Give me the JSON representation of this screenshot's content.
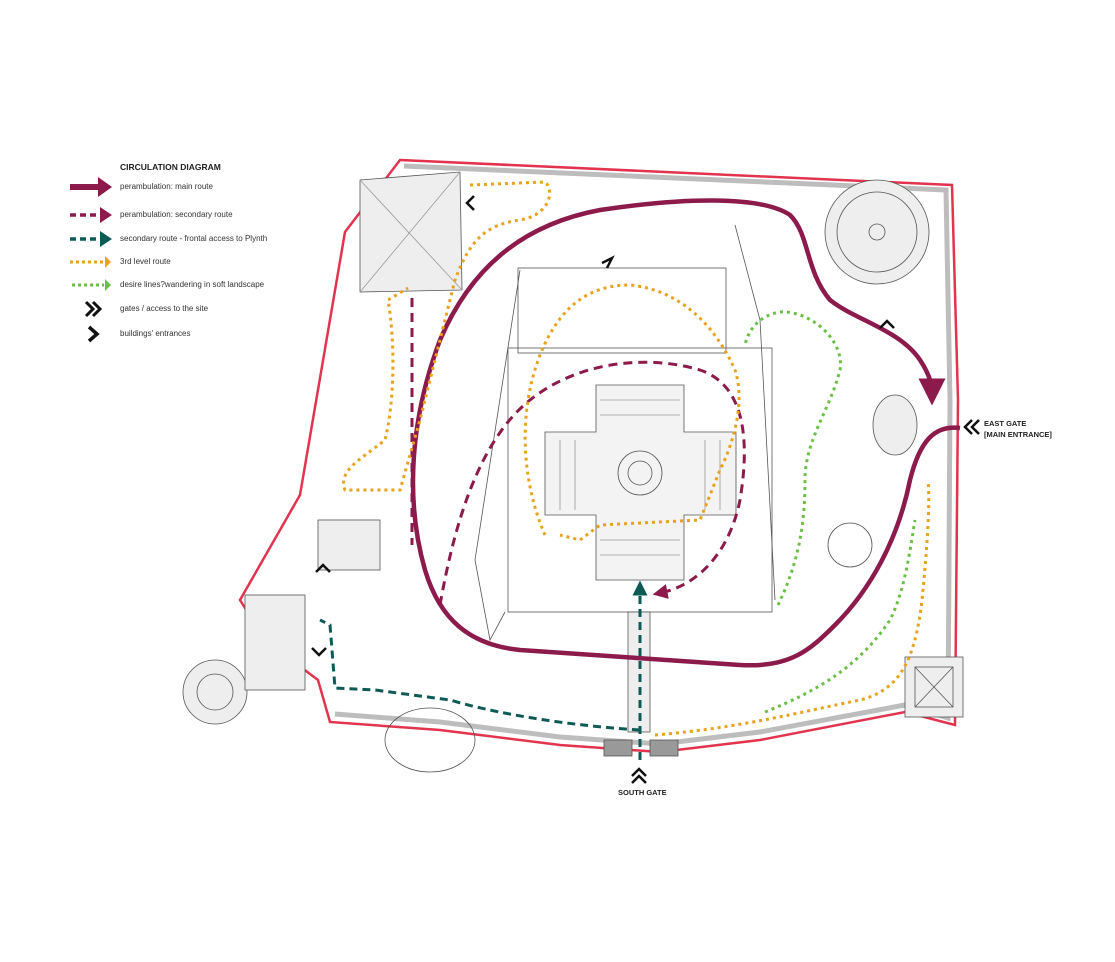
{
  "legend": {
    "title": "CIRCULATION DIAGRAM",
    "items": [
      {
        "label": "perambulation: main route",
        "style": "solid-arrow",
        "color": "#8c1a4b"
      },
      {
        "label": "perambulation: secondary route",
        "style": "dashed-arrow",
        "color": "#8c1a4b"
      },
      {
        "label": "secondary route - frontal access to Plynth",
        "style": "dashed-arrow",
        "color": "#0e5b56"
      },
      {
        "label": "3rd level  route",
        "style": "dotted-arrow",
        "color": "#e8a21e"
      },
      {
        "label": "desire lines?wandering in soft landscape",
        "style": "dotted-arrow",
        "color": "#6cbf46"
      },
      {
        "label": "gates / access to the site",
        "style": "double-chevron",
        "color": "#111111"
      },
      {
        "label": "buildings' entrances",
        "style": "chevron",
        "color": "#111111"
      }
    ]
  },
  "labels": {
    "south_gate": "SOUTH GATE",
    "east_gate_line1": "EAST GATE",
    "east_gate_line2": "[MAIN ENTRANCE]"
  },
  "colors": {
    "boundary": "#e3344f",
    "wall": "#b5b5b5",
    "main_route": "#8c1a4b",
    "teal_route": "#0e5b56",
    "orange_route": "#e8a21e",
    "green_route": "#6cbf46"
  }
}
